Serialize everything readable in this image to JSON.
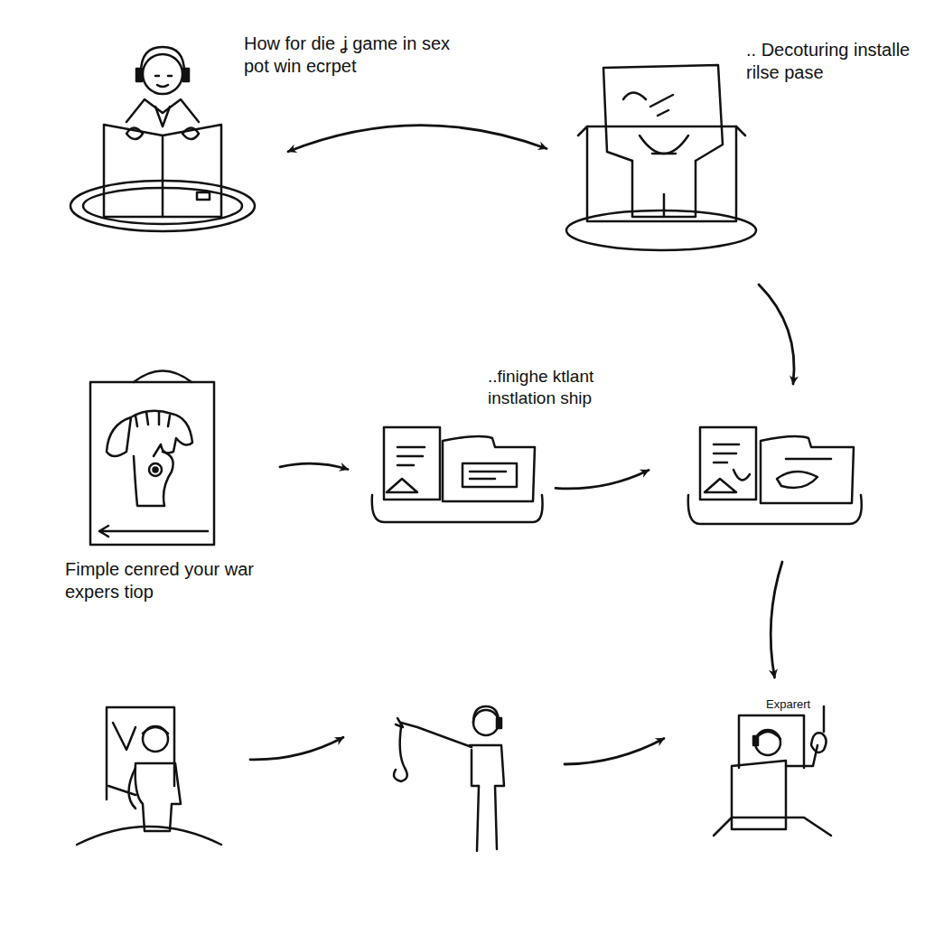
{
  "diagram": {
    "nodes": [
      {
        "text": [
          "How for die ʝ game in sex pot win ecrpet"
        ]
      },
      {
        "text": [
          ".. Decoturing installe rilse pase"
        ]
      },
      {
        "text": [
          "Fimple cenred your war expers tiop"
        ]
      },
      {
        "text": [
          "..finighe ktlant instlation ship"
        ]
      },
      {
        "text": []
      },
      {
        "text": []
      },
      {
        "text": []
      },
      {
        "text": [
          "Exparert"
        ]
      }
    ],
    "edges": [
      {
        "from": 0,
        "to": 1,
        "arrow": "both"
      },
      {
        "from": 1,
        "to": 4,
        "arrow": "to"
      },
      {
        "from": 2,
        "to": 3,
        "arrow": "to"
      },
      {
        "from": 3,
        "to": 4,
        "arrow": "to"
      },
      {
        "from": 4,
        "to": 7,
        "arrow": "to"
      },
      {
        "from": 5,
        "to": 6,
        "arrow": "to"
      },
      {
        "from": 6,
        "to": 7,
        "arrow": "to"
      }
    ]
  }
}
